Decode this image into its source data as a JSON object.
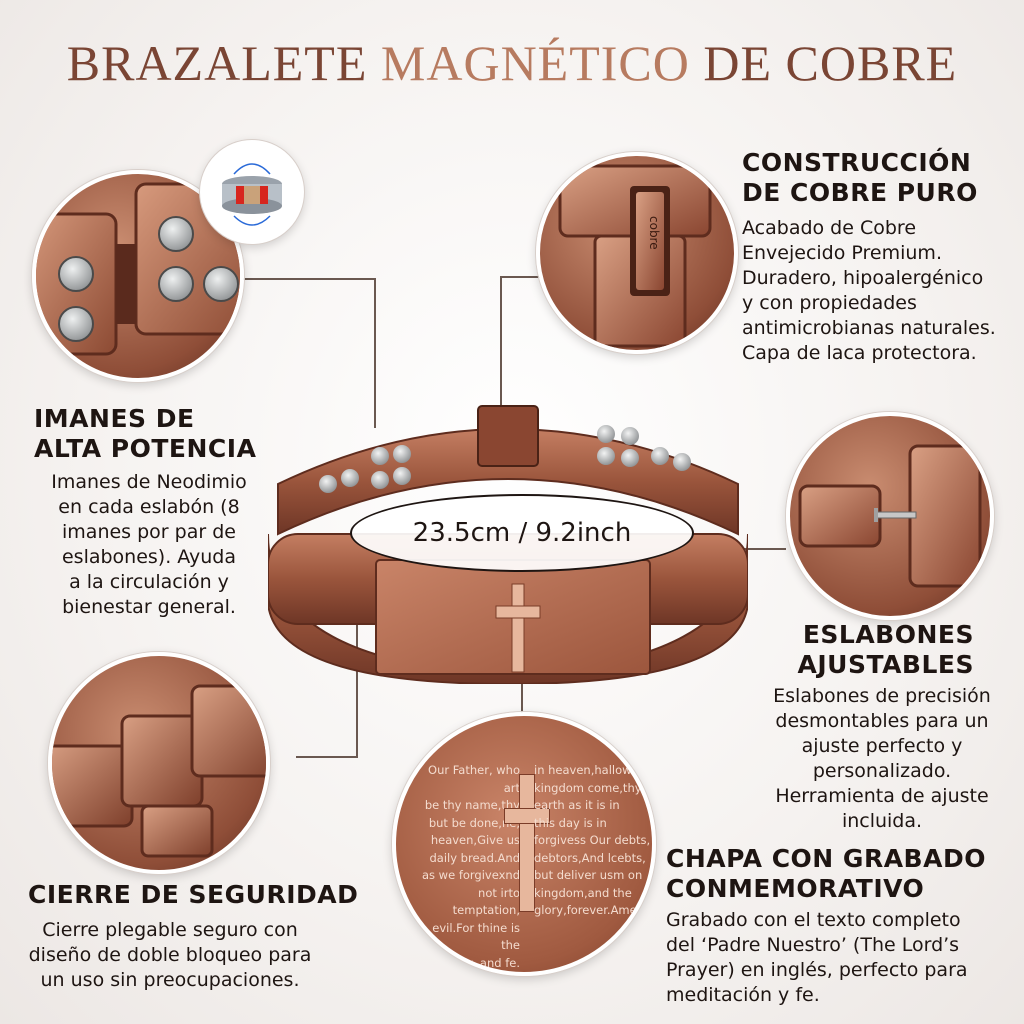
{
  "title": {
    "part1": "BRAZALETE",
    "part2": "MAGNÉTICO",
    "part3": "DE COBRE"
  },
  "size_label": "23.5cm / 9.2inch",
  "features": {
    "magnets": {
      "heading_line1": "IMANES DE",
      "heading_line2": "ALTA POTENCIA",
      "body": [
        "Imanes de Neodimio",
        "en cada eslabón (8",
        "imanes por par de",
        "eslabones). Ayuda",
        "a la circulación y",
        "bienestar general."
      ]
    },
    "copper": {
      "heading_line1": "CONSTRUCCIÓN",
      "heading_line2": "DE COBRE PURO",
      "body": [
        "Acabado de Cobre",
        "Envejecido Premium.",
        "Duradero, hipoalergénico",
        "y con propiedades",
        "antimicrobianas naturales.",
        "Capa de laca protectora."
      ]
    },
    "links": {
      "heading_line1": "ESLABONES",
      "heading_line2": "AJUSTABLES",
      "body": [
        "Eslabones de precisión",
        "desmontables para un",
        "ajuste perfecto y",
        "personalizado.",
        "Herramienta de ajuste",
        "incluida."
      ]
    },
    "clasp": {
      "heading": "CIERRE DE SEGURIDAD",
      "body": [
        "Cierre plegable seguro con",
        "diseño de doble bloqueo para",
        "un uso sin preocupaciones."
      ]
    },
    "plate": {
      "heading_line1": "CHAPA CON GRABADO",
      "heading_line2": "CONMEMORATIVO",
      "body": [
        "Grabado con el texto completo",
        "del ‘Padre Nuestro’ (The Lord’s",
        "Prayer) en inglés, perfecto para",
        "meditación y fe."
      ]
    }
  },
  "engraving": {
    "left": [
      "Our Father, who art",
      "be thy name,thy",
      "but be done,ne,",
      "heaven,Give us",
      "daily bread.And",
      "as we forgivexnd",
      "not irto temptation,",
      "evil.For thine is the",
      "power, and fe."
    ],
    "right": [
      "in heaven,hallowe",
      "kingdom come,thy",
      "earth as it is in",
      "this day is in",
      "forgivess Our debts,",
      "debtors,And lcebts,",
      "but deliver usm on",
      "kingdom,and the",
      "glory,forever.Amen"
    ]
  },
  "clasp_stamp": "cobre",
  "colors": {
    "copper": "#b87256",
    "copper_dark": "#6e3626",
    "title_dark": "#7a4534",
    "title_accent": "#b77b60",
    "magnet": "#c9cccc"
  }
}
